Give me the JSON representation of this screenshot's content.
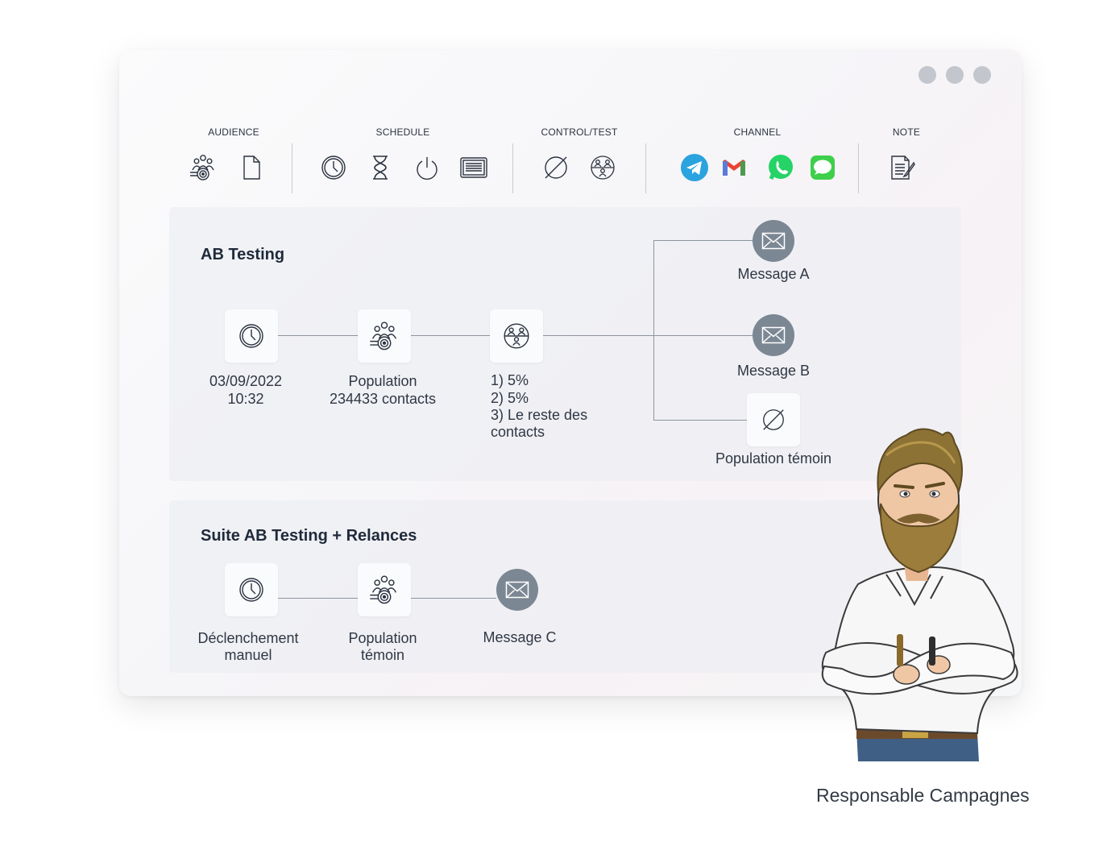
{
  "toolbar": {
    "audience_label": "AUDIENCE",
    "schedule_label": "SCHEDULE",
    "control_label": "CONTROL/TEST",
    "channel_label": "CHANNEL",
    "note_label": "NOTE",
    "icons": [
      "audience-target-icon",
      "file-icon",
      "clock-icon",
      "hourglass-icon",
      "power-icon",
      "list-card-icon",
      "empty-set-icon",
      "group-test-icon",
      "telegram-icon",
      "gmail-icon",
      "whatsapp-icon",
      "imessage-icon",
      "note-icon"
    ]
  },
  "ab_testing": {
    "title": "AB Testing",
    "trigger_date": "03/09/2022",
    "trigger_time": "10:32",
    "population_label": "Population",
    "population_count": "234433 contacts",
    "split_1": "1) 5%",
    "split_2": "2) 5%",
    "split_3a": "3) Le reste des",
    "split_3b": "contacts",
    "message_a": "Message A",
    "message_b": "Message B",
    "control": "Population témoin"
  },
  "suite": {
    "title": "Suite AB Testing + Relances",
    "trigger_1": "Déclenchement",
    "trigger_2": "manuel",
    "population_1": "Population",
    "population_2": "témoin",
    "message_c": "Message C"
  },
  "caption": "Responsable Campagnes",
  "colors": {
    "message_node": "#7c8794",
    "telegram": "#2aa3df",
    "gmail_red": "#ea4335",
    "whatsapp": "#25d366",
    "imessage": "#3ecf4b"
  }
}
